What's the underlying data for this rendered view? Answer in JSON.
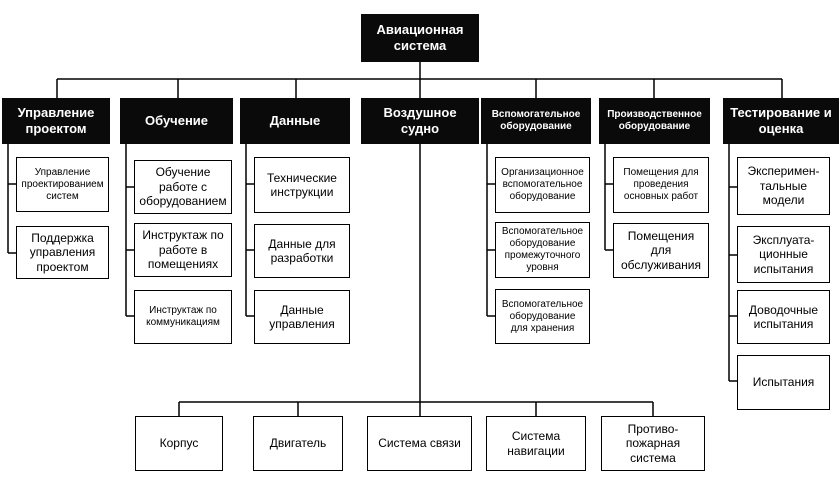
{
  "colors": {
    "header_fill": "#0a0a0a",
    "header_text": "#ffffff",
    "line": "#000000",
    "box_border": "#000000"
  },
  "root": "Авиационная система",
  "categories": {
    "project": {
      "title": "Управление проектом",
      "items": [
        "Управление проектированием систем",
        "Поддержка управления проектом"
      ]
    },
    "training": {
      "title": "Обучение",
      "items": [
        "Обучение работе с оборудованием",
        "Инструктаж по работе в помещениях",
        "Инструктаж по коммуникациям"
      ]
    },
    "data": {
      "title": "Данные",
      "items": [
        "Технические инструкции",
        "Данные для разработки",
        "Данные управления"
      ]
    },
    "aircraft": {
      "title": "Воздушное судно",
      "items": [
        "Корпус",
        "Двигатель",
        "Система связи",
        "Система навигации",
        "Противо-пожарная система"
      ]
    },
    "support": {
      "title": "Вспомогательное оборудование",
      "items": [
        "Организационное вспомогательное оборудование",
        "Вспомогательное оборудование промежуточного уровня",
        "Вспомогательное оборудование для хранения"
      ]
    },
    "facilities": {
      "title": "Производственное оборудование",
      "items": [
        "Помещения для проведения основных работ",
        "Помещения для обслуживания"
      ]
    },
    "testing": {
      "title": "Тестирование и оценка",
      "items": [
        "Эксперимен-тальные модели",
        "Эксплуата-ционные испытания",
        "Доводочные испытания",
        "Испытания"
      ]
    }
  }
}
